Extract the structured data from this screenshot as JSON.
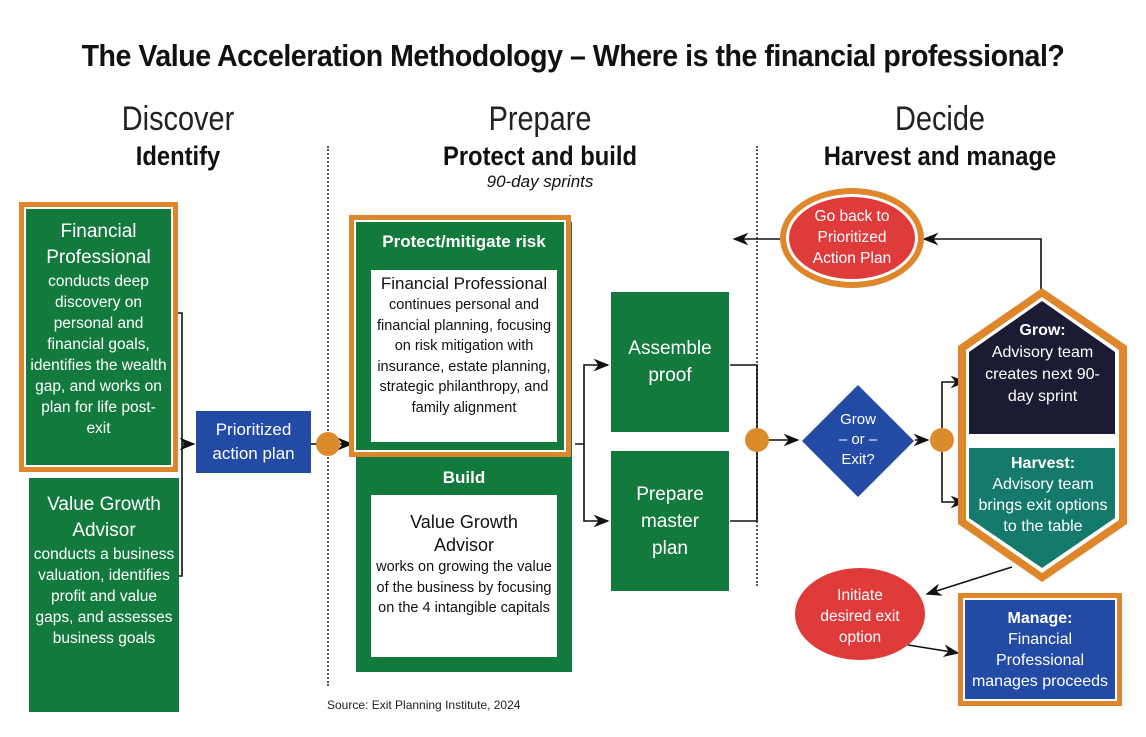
{
  "title": "The Value Acceleration Methodology – Where is the financial professional?",
  "phases": [
    {
      "name": "Discover",
      "subtitle": "Identify",
      "note": ""
    },
    {
      "name": "Prepare",
      "subtitle": "Protect and build",
      "note": "90-day sprints"
    },
    {
      "name": "Decide",
      "subtitle": "Harvest and manage",
      "note": ""
    }
  ],
  "discover": {
    "financial_professional": {
      "heading": "Financial Professional",
      "body": "conducts deep discovery on personal and financial goals, identifies the wealth gap, and works on plan for life post-exit"
    },
    "value_growth_advisor": {
      "heading": "Value Growth Advisor",
      "body": "conducts a business valuation, identifies profit and value gaps, and assesses business goals"
    },
    "action_plan": "Prioritized action plan"
  },
  "prepare": {
    "protect": {
      "header": "Protect/mitigate risk",
      "heading": "Financial Professional",
      "body": "continues personal and financial planning, focusing on risk mitigation with insurance, estate planning, strategic philanthropy, and family alignment"
    },
    "build": {
      "header": "Build",
      "heading": "Value Growth Advisor",
      "body": "works on growing the value of the business by focusing on the 4 intangible capitals"
    },
    "assemble": "Assemble proof",
    "master_plan": "Prepare master plan"
  },
  "decide": {
    "go_back": "Go back to Prioritized Action Plan",
    "decision": {
      "line1": "Grow",
      "line2": "– or –",
      "line3": "Exit?"
    },
    "grow": {
      "heading": "Grow:",
      "body": "Advisory team creates next 90-day sprint"
    },
    "harvest": {
      "heading": "Harvest:",
      "body": "Advisory team brings exit options to the table"
    },
    "initiate": "Initiate desired exit option",
    "manage": {
      "heading": "Manage:",
      "body": "Financial Professional manages proceeds"
    }
  },
  "source": "Source: Exit Planning Institute, 2024",
  "colors": {
    "green": "#137a3e",
    "orange": "#e0862a",
    "blue": "#234aa5",
    "navy": "#1b1b33",
    "teal": "#137a6c",
    "red": "#e03b3b"
  }
}
